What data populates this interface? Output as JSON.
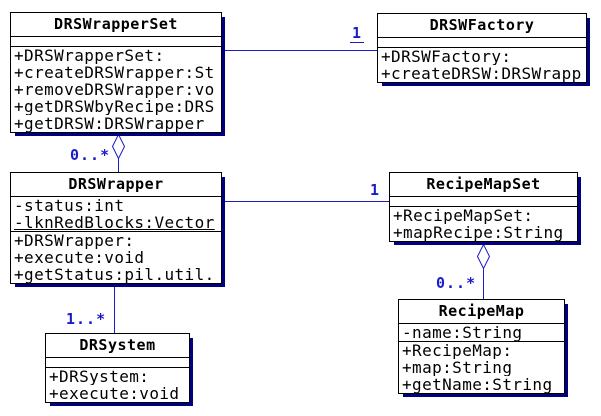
{
  "diagram": {
    "type": "uml-class-diagram",
    "background_color": "#ffffff",
    "edge_color": "#1b1bc8",
    "shadow_color": "#000080",
    "box_border_color": "#000000",
    "classes": [
      {
        "name": "DRSWrapperSet",
        "attributes": [],
        "methods": [
          "+DRSWrapperSet:",
          "+createDRSWrapper:St",
          "+removeDRSWrapper:vo",
          "+getDRSWbyRecipe:DRS",
          "+getDRSW:DRSWrapper"
        ]
      },
      {
        "name": "DRSWFactory",
        "attributes": [],
        "methods": [
          "+DRSWFactory:",
          "+createDRSW:DRSWrapp"
        ]
      },
      {
        "name": "DRSWrapper",
        "attributes": [
          {
            "text": "-status:int",
            "static": false
          },
          {
            "text": "-lknRedBlocks:Vector",
            "static": true
          }
        ],
        "methods": [
          "+DRSWrapper:",
          "+execute:void",
          "+getStatus:pil.util."
        ]
      },
      {
        "name": "RecipeMapSet",
        "attributes": [],
        "methods": [
          "+RecipeMapSet:",
          "+mapRecipe:String"
        ]
      },
      {
        "name": "DRSystem",
        "attributes": [],
        "methods": [
          "+DRSystem:",
          "+execute:void"
        ]
      },
      {
        "name": "RecipeMap",
        "attributes": [
          {
            "text": "-name:String",
            "static": false
          }
        ],
        "methods": [
          "+RecipeMap:",
          "+map:String",
          "+getName:String"
        ]
      }
    ],
    "connectors": [
      {
        "type": "association",
        "from": "DRSWrapperSet",
        "to": "DRSWFactory",
        "multiplicity": "1"
      },
      {
        "type": "aggregation",
        "from": "DRSWrapperSet",
        "to": "DRSWrapper",
        "multiplicity": "0..*"
      },
      {
        "type": "association",
        "from": "DRSWrapper",
        "to": "RecipeMapSet",
        "multiplicity": "1"
      },
      {
        "type": "aggregation",
        "from": "RecipeMapSet",
        "to": "RecipeMap",
        "multiplicity": "0..*"
      },
      {
        "type": "association",
        "from": "DRSWrapper",
        "to": "DRSystem",
        "multiplicity": "1..*"
      }
    ]
  }
}
